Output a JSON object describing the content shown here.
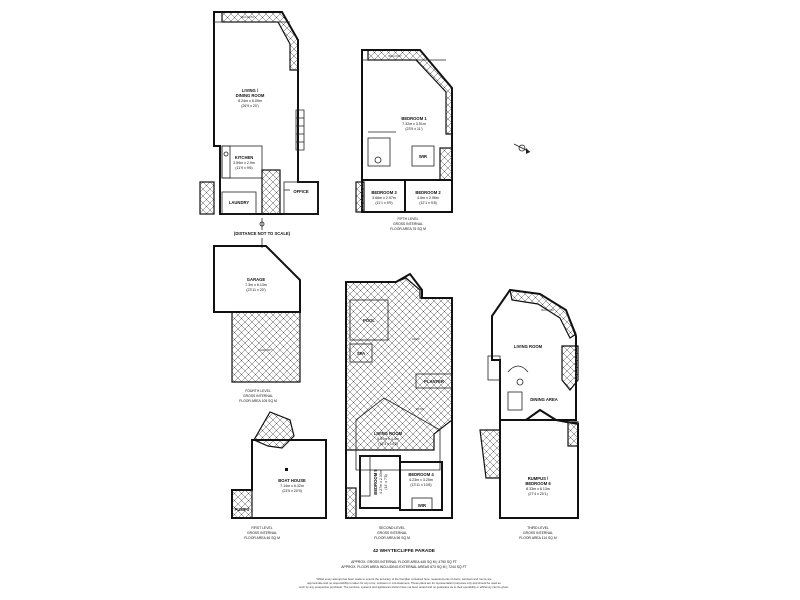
{
  "plans": {
    "upper": {
      "balcony": "BALCONY",
      "living": "LIVING /",
      "living2": "DINING ROOM",
      "living_dim": "8.24m x 6.09m",
      "living_dim2": "(26'9 x 20')",
      "kitchen": "KITCHEN",
      "kitchen_dim": "3.59m x 2.9m",
      "kitchen_dim2": "(11'9 x 9'6)",
      "office": "OFFICE",
      "laundry": "LAUNDRY",
      "distance": "(DISTANCE NOT TO SCALE)"
    },
    "fifth": {
      "balcony": "BALCONY",
      "bed1": "BEDROOM 1",
      "bed1_dim": "7.32m x 3.51m",
      "bed1_dim2": "(23'9 x 11')",
      "wir": "WIR",
      "bed3": "BEDROOM 3",
      "bed3_dim": "3.66m x 2.97m",
      "bed3_dim2": "(11'1 x 9'9)",
      "bed2": "BEDROOM 2",
      "bed2_dim": "4.5m x 2.96m",
      "bed2_dim2": "(12'1 x 9'8)",
      "level": "FIFTH LEVEL",
      "gross": "GROSS INTERNAL",
      "area": "FLOOR AREA 75 SQ M"
    },
    "fourth": {
      "garage": "GARAGE",
      "garage_dim": "7.3m x 6.13m",
      "garage_dim2": "(23'11 x 20')",
      "carport": "CARPORT",
      "level": "FOURTH LEVEL",
      "gross": "GROSS INTERNAL",
      "area": "FLOOR AREA 105 SQ M"
    },
    "first": {
      "boathouse": "BOAT HOUSE",
      "boathouse_dim": "7.14m x 6.32m",
      "boathouse_dim2": "(23'5 x 20'9)",
      "pumps": "PUMPS",
      "level": "FIRST LEVEL",
      "gross": "GROSS INTERNAL",
      "area": "FLOOR AREA 46 SQ M"
    },
    "second": {
      "pool": "POOL",
      "spa": "SPA",
      "deck": "DECK",
      "planter": "PLANTER",
      "patio": "PATIO",
      "living": "LIVING ROOM",
      "living_dim": "5.57m x 4.4m",
      "living_dim2": "(18'3 x 14'5)",
      "bed5": "BEDROOM 5",
      "bed5_dim": "4.27m x 2.33m",
      "bed5_dim2": "(14' x 7'8)",
      "bed4": "BEDROOM 4",
      "bed4_dim": "4.23m x 3.25m",
      "bed4_dim2": "(13'11 x 10'8)",
      "wir": "WIR",
      "level": "SECOND LEVEL",
      "gross": "GROSS INTERNAL",
      "area": "FLOOR AREA 56 SQ M"
    },
    "third": {
      "balcony": "BALCONY",
      "living": "LIVING ROOM",
      "dining": "DINING AREA",
      "rumpus": "RUMPUS /",
      "rumpus2": "BEDROOM 6",
      "rumpus_dim": "8.33m x 6.13m",
      "rumpus_dim2": "(27'4 x 20'1)",
      "level": "THIRD LEVEL",
      "gross": "GROSS INTERNAL",
      "area": "FLOOR AREA 114 SQ M"
    }
  },
  "footer": {
    "address": "42 WHYTECLIFFE PARADE",
    "gross_area": "APPROX. GROSS INTERNAL FLOOR AREA 445 SQ M | 4790 SQ FT",
    "ext_area": "APPROX. FLOOR AREA INCLUDING EXTERNAL AREAS 673 SQ M | 7244 SQ FT",
    "disclaimer1": "Whilst every attempt has been made to ensure the accuracy of the floorplan contained here, measurements of doors, windows and rooms are",
    "disclaimer2": "approximate and no responsibility is taken for any error, omission or mis-statement. These plans are for representation purposes only and should be used as",
    "disclaimer3": "such by any prospective purchaser. The services, systems and appliances shown have not been tested and no guarantee as to their operability or efficiency can be given."
  }
}
